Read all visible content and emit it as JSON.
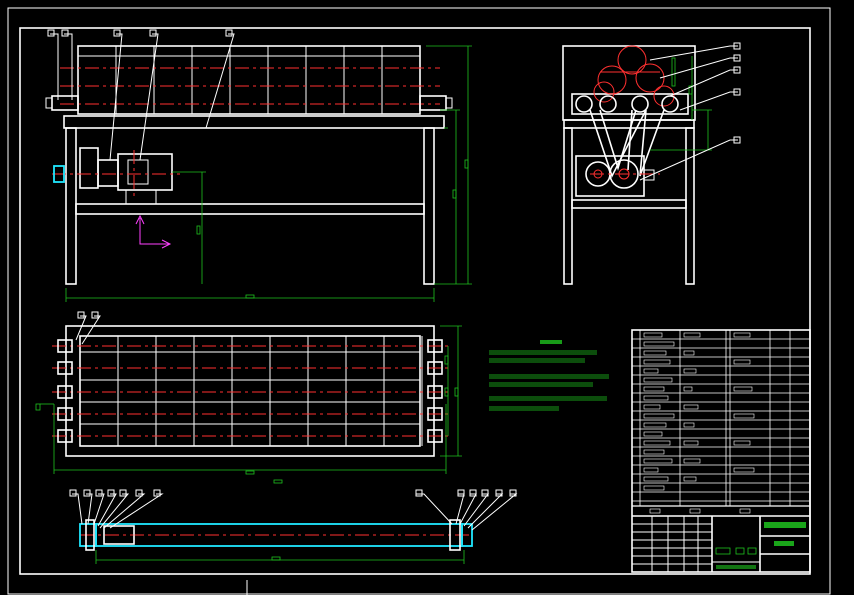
{
  "colors": {
    "background": "#000000",
    "outline": "#ffffff",
    "centerline": "#ff3030",
    "dimension": "#1ec21e",
    "highlight": "#20e8ff",
    "axis": "#ff40ff"
  },
  "views": [
    "front-view",
    "side-view",
    "top-view",
    "bottom-section-view"
  ],
  "title_block": {
    "parts_rows": 19,
    "parts_columns": 7
  }
}
